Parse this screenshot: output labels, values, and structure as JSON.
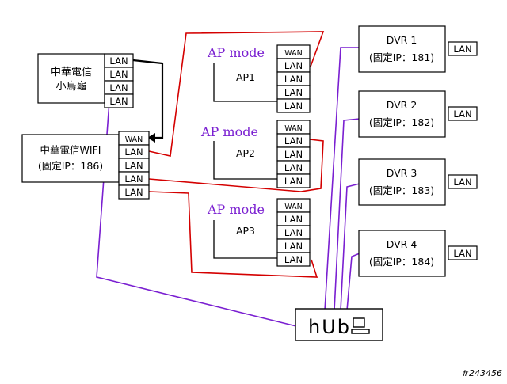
{
  "colors": {
    "red": "#d40000",
    "purple": "#7a1fd1",
    "black": "#000000",
    "mode_text": "#7a1fd1"
  },
  "modem": {
    "title_line1": "中華電信",
    "title_line2": "小烏龜",
    "ports": [
      "LAN",
      "LAN",
      "LAN",
      "LAN"
    ]
  },
  "router": {
    "title_line1": "中華電信WIFI",
    "title_line2": "(固定IP：186)",
    "ports": [
      "WAN",
      "LAN",
      "LAN",
      "LAN",
      "LAN"
    ]
  },
  "aps": [
    {
      "mode": "AP mode",
      "name": "AP1",
      "ports": [
        "WAN",
        "LAN",
        "LAN",
        "LAN",
        "LAN"
      ]
    },
    {
      "mode": "AP mode",
      "name": "AP2",
      "ports": [
        "WAN",
        "LAN",
        "LAN",
        "LAN",
        "LAN"
      ]
    },
    {
      "mode": "AP mode",
      "name": "AP3",
      "ports": [
        "WAN",
        "LAN",
        "LAN",
        "LAN",
        "LAN"
      ]
    }
  ],
  "dvrs": [
    {
      "name": "DVR 1",
      "ip": "(固定IP：181)",
      "port": "LAN"
    },
    {
      "name": "DVR 2",
      "ip": "(固定IP：182)",
      "port": "LAN"
    },
    {
      "name": "DVR 3",
      "ip": "(固定IP：183)",
      "port": "LAN"
    },
    {
      "name": "DVR 4",
      "ip": "(固定IP：184)",
      "port": "LAN"
    }
  ],
  "hub": {
    "label": "hUb"
  },
  "watermark": "#243456"
}
